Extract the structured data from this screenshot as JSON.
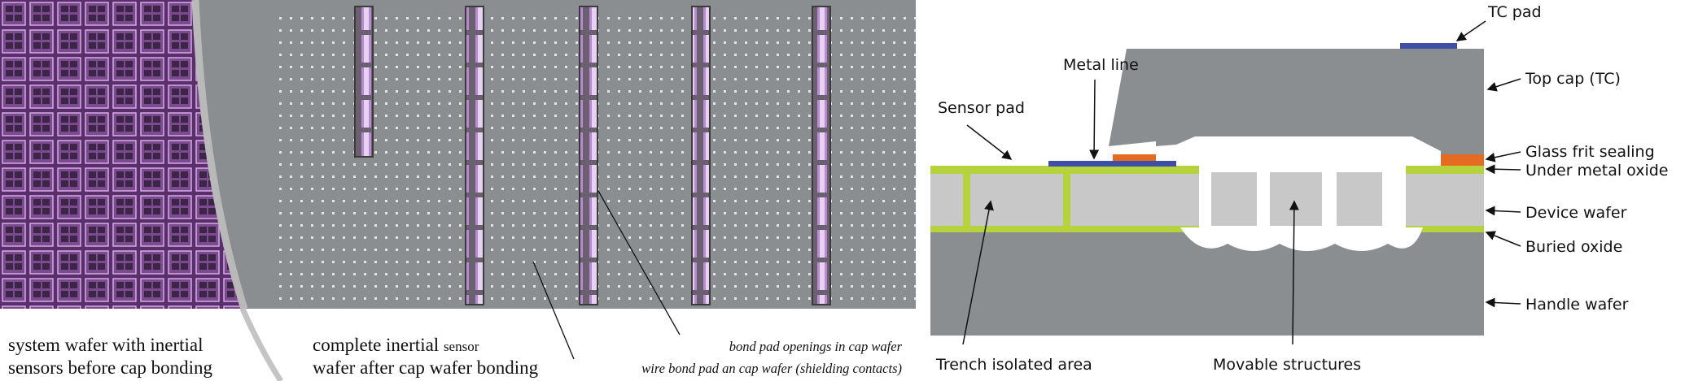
{
  "photo": {
    "left_caption": [
      "system wafer with inertial",
      "sensors before cap bonding"
    ],
    "mid_caption_line1_a": "complete inertial ",
    "mid_caption_line1_b": "sensor",
    "mid_caption_line2": "wafer after cap wafer bonding",
    "annotation_bond_pad_openings": "bond pad openings in cap wafer",
    "annotation_wire_bond_pad": "wire bond pad an cap wafer (shielding contacts)"
  },
  "cross_section": {
    "labels": {
      "tc_pad": "TC pad",
      "metal_line": "Metal line",
      "sensor_pad": "Sensor pad",
      "top_cap": "Top cap (TC)",
      "glass_frit": "Glass frit sealing",
      "under_metal_oxide": "Under metal oxide",
      "device_wafer": "Device wafer",
      "buried_oxide": "Buried oxide",
      "handle_wafer": "Handle wafer",
      "trench_isolated": "Trench isolated area",
      "movable_structures": "Movable structures"
    },
    "colors": {
      "cap_gray": "#8a8e90",
      "device_gray": "#c8c8c8",
      "oxide_green": "#b6d23c",
      "pad_blue": "#3f4fa6",
      "frit_orange": "#e56b23"
    }
  }
}
